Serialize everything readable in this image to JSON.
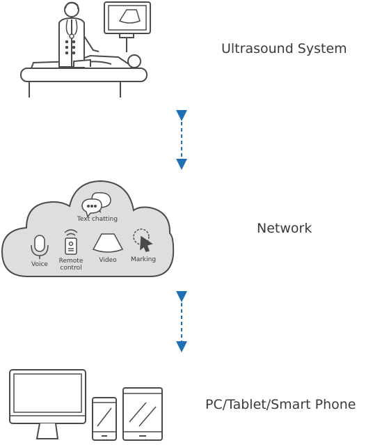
{
  "labels": {
    "ultrasound": "Ultrasound System",
    "network": "Network",
    "devices": "PC/Tablet/Smart Phone"
  },
  "cloud_features": {
    "text_chatting": "Text chatting",
    "voice": "Voice",
    "remote_line1": "Remote",
    "remote_line2": "control",
    "video": "Video",
    "marking": "Marking"
  },
  "colors": {
    "line": "#4a4a4a",
    "cloud_fill": "#dedede",
    "arrow": "#1f6fb5"
  },
  "icons": [
    "doctor-icon",
    "patient-icon",
    "exam-bed-icon",
    "ultrasound-monitor-icon",
    "cloud-icon",
    "chat-bubbles-icon",
    "microphone-icon",
    "remote-control-icon",
    "ultrasound-image-icon",
    "marking-cursor-icon",
    "desktop-monitor-icon",
    "smartphone-icon",
    "tablet-icon",
    "bidirectional-arrow-icon"
  ]
}
